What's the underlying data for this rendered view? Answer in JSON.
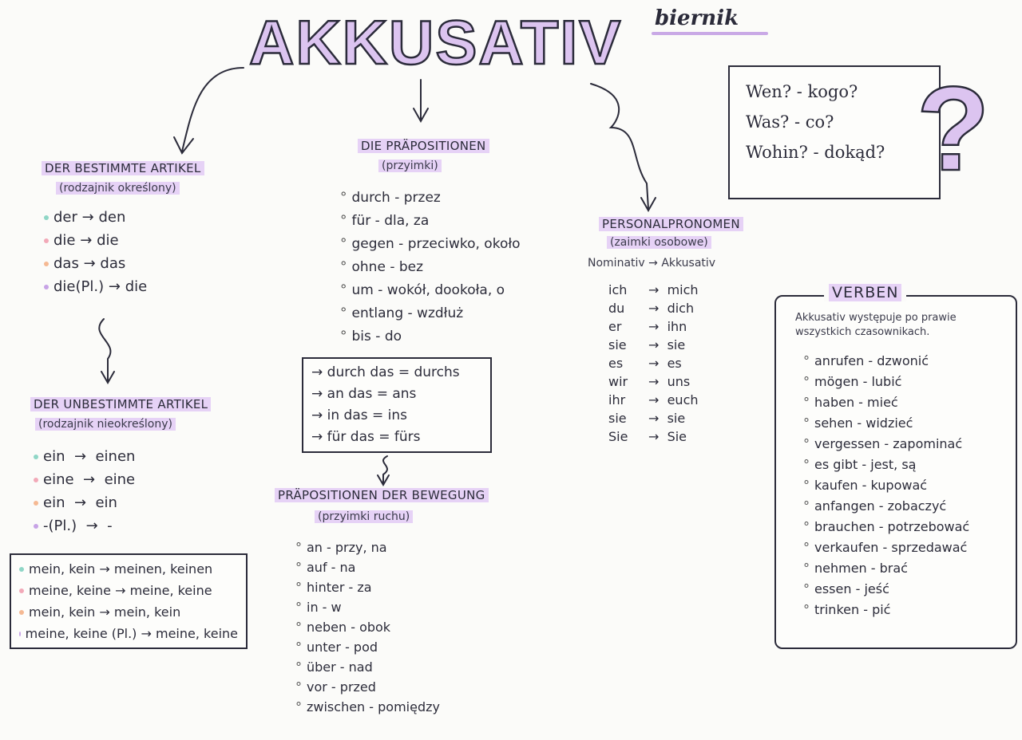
{
  "title": "AKKUSATIV",
  "subtitle": "biernik",
  "colors": {
    "accent": "#c9a9e6",
    "highlight": "#e6d2f6",
    "dot_mint": "#8fd6c6",
    "dot_pink": "#f2a9b8",
    "dot_peach": "#f5b993",
    "dot_lilac": "#c7a3e6"
  },
  "questions": [
    "Wen? - kogo?",
    "Was? - co?",
    "Wohin? - dokąd?"
  ],
  "questionmark": "?",
  "bestimmte": {
    "heading": "DER BESTIMMTE ARTIKEL",
    "sub": "(rodzajnik określony)",
    "rows": [
      {
        "from": "der",
        "arrow": "→",
        "to": "den"
      },
      {
        "from": "die",
        "arrow": "→",
        "to": "die"
      },
      {
        "from": "das",
        "arrow": "→",
        "to": "das"
      },
      {
        "from": "die(Pl.)",
        "arrow": "→",
        "to": "die"
      }
    ]
  },
  "unbestimmte": {
    "heading": "DER UNBESTIMMTE ARTIKEL",
    "sub": "(rodzajnik nieokreślony)",
    "rows": [
      {
        "from": "ein",
        "arrow": "→",
        "to": "einen"
      },
      {
        "from": "eine",
        "arrow": "→",
        "to": "eine"
      },
      {
        "from": "ein",
        "arrow": "→",
        "to": "ein"
      },
      {
        "from": "-(Pl.)",
        "arrow": "→",
        "to": "-"
      }
    ]
  },
  "possessive_box": [
    "mein, kein → meinen, keinen",
    "meine, keine → meine, keine",
    "mein, kein → mein, kein",
    "meine, keine (Pl.) → meine, keine"
  ],
  "praepositionen": {
    "heading": "DIE PRÄPOSITIONEN",
    "sub": "(przyimki)",
    "items": [
      "durch - przez",
      "für - dla, za",
      "gegen - przeciwko, około",
      "ohne - bez",
      "um - wokół, dookoła, o",
      "entlang - wzdłuż",
      "bis - do"
    ],
    "contractions": [
      "→ durch das = durchs",
      "→ an das = ans",
      "→ in das = ins",
      "→ für das = fürs"
    ]
  },
  "bewegung": {
    "heading": "PRÄPOSITIONEN DER BEWEGUNG",
    "sub": "(przyimki ruchu)",
    "items": [
      "an - przy, na",
      "auf - na",
      "hinter - za",
      "in - w",
      "neben - obok",
      "unter - pod",
      "über - nad",
      "vor - przed",
      "zwischen - pomiędzy"
    ]
  },
  "personal": {
    "heading": "PERSONALPRONOMEN",
    "sub": "(zaimki osobowe)",
    "caption": "Nominativ → Akkusativ",
    "rows": [
      {
        "from": "ich",
        "to": "mich"
      },
      {
        "from": "du",
        "to": "dich"
      },
      {
        "from": "er",
        "to": "ihn"
      },
      {
        "from": "sie",
        "to": "sie"
      },
      {
        "from": "es",
        "to": "es"
      },
      {
        "from": "wir",
        "to": "uns"
      },
      {
        "from": "ihr",
        "to": "euch"
      },
      {
        "from": "sie",
        "to": "sie"
      },
      {
        "from": "Sie",
        "to": "Sie"
      }
    ]
  },
  "verben": {
    "heading": "VERBEN",
    "intro": "Akkusativ występuje po prawie wszystkich czasownikach.",
    "items": [
      "anrufen - dzwonić",
      "mögen - lubić",
      "haben - mieć",
      "sehen - widzieć",
      "vergessen - zapominać",
      "es gibt - jest, są",
      "kaufen - kupować",
      "anfangen - zobaczyć",
      "brauchen - potrzebować",
      "verkaufen - sprzedawać",
      "nehmen - brać",
      "essen - jeść",
      "trinken - pić"
    ]
  }
}
